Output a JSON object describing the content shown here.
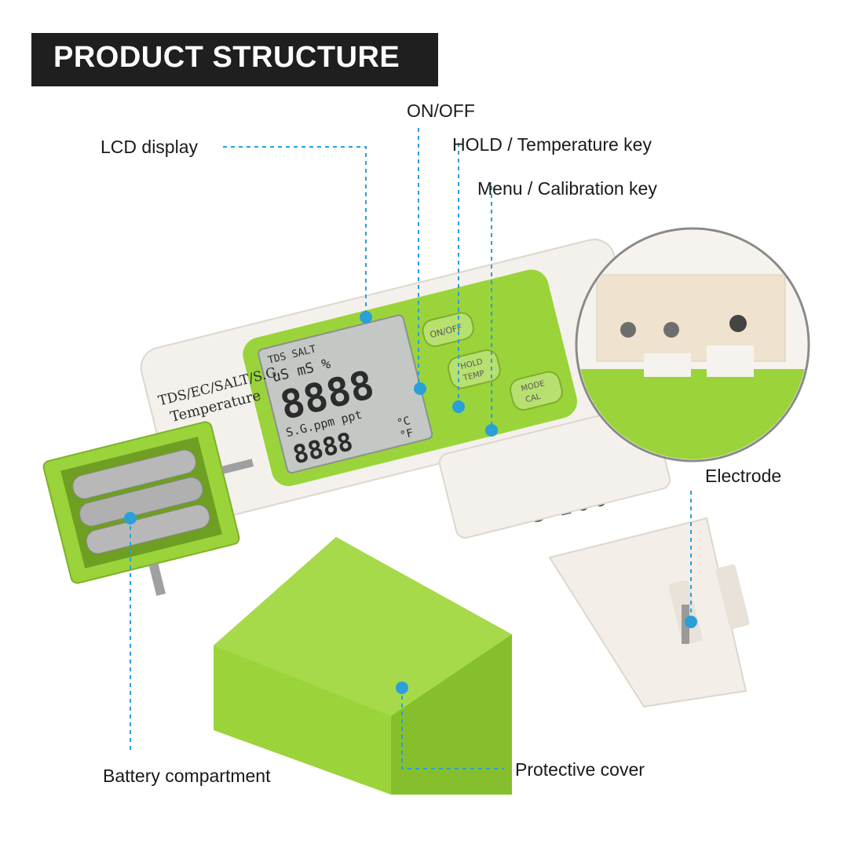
{
  "banner": {
    "title": "PRODUCT STRUCTURE"
  },
  "callouts": {
    "lcd_display": "LCD display",
    "on_off": "ON/OFF",
    "hold_temp": "HOLD / Temperature key",
    "menu_cal": "Menu / Calibration key",
    "electrode": "Electrode",
    "battery": "Battery compartment",
    "cover": "Protective cover"
  },
  "device": {
    "side_line1": "TDS/EC/SALT/S.G.",
    "side_line2": "Temperature",
    "model": "C-100",
    "lcd": {
      "row0": "TDS SALT",
      "row1_units": "uS  mS  %",
      "digits_main": "8888",
      "row2_units": "S.G.ppm ppt",
      "digits_small": "8888",
      "temp_c": "°C",
      "temp_f": "°F"
    },
    "buttons": {
      "on_off": "ON/OFF",
      "hold_top": "HOLD",
      "hold_bottom": "TEMP",
      "mode_top": "MODE",
      "mode_bottom": "CAL"
    }
  },
  "colors": {
    "accent_green": "#9ad43a",
    "callout_blue": "#2a9fd8",
    "device_white": "#f4f1ec",
    "banner_bg": "#1f1f1f"
  }
}
